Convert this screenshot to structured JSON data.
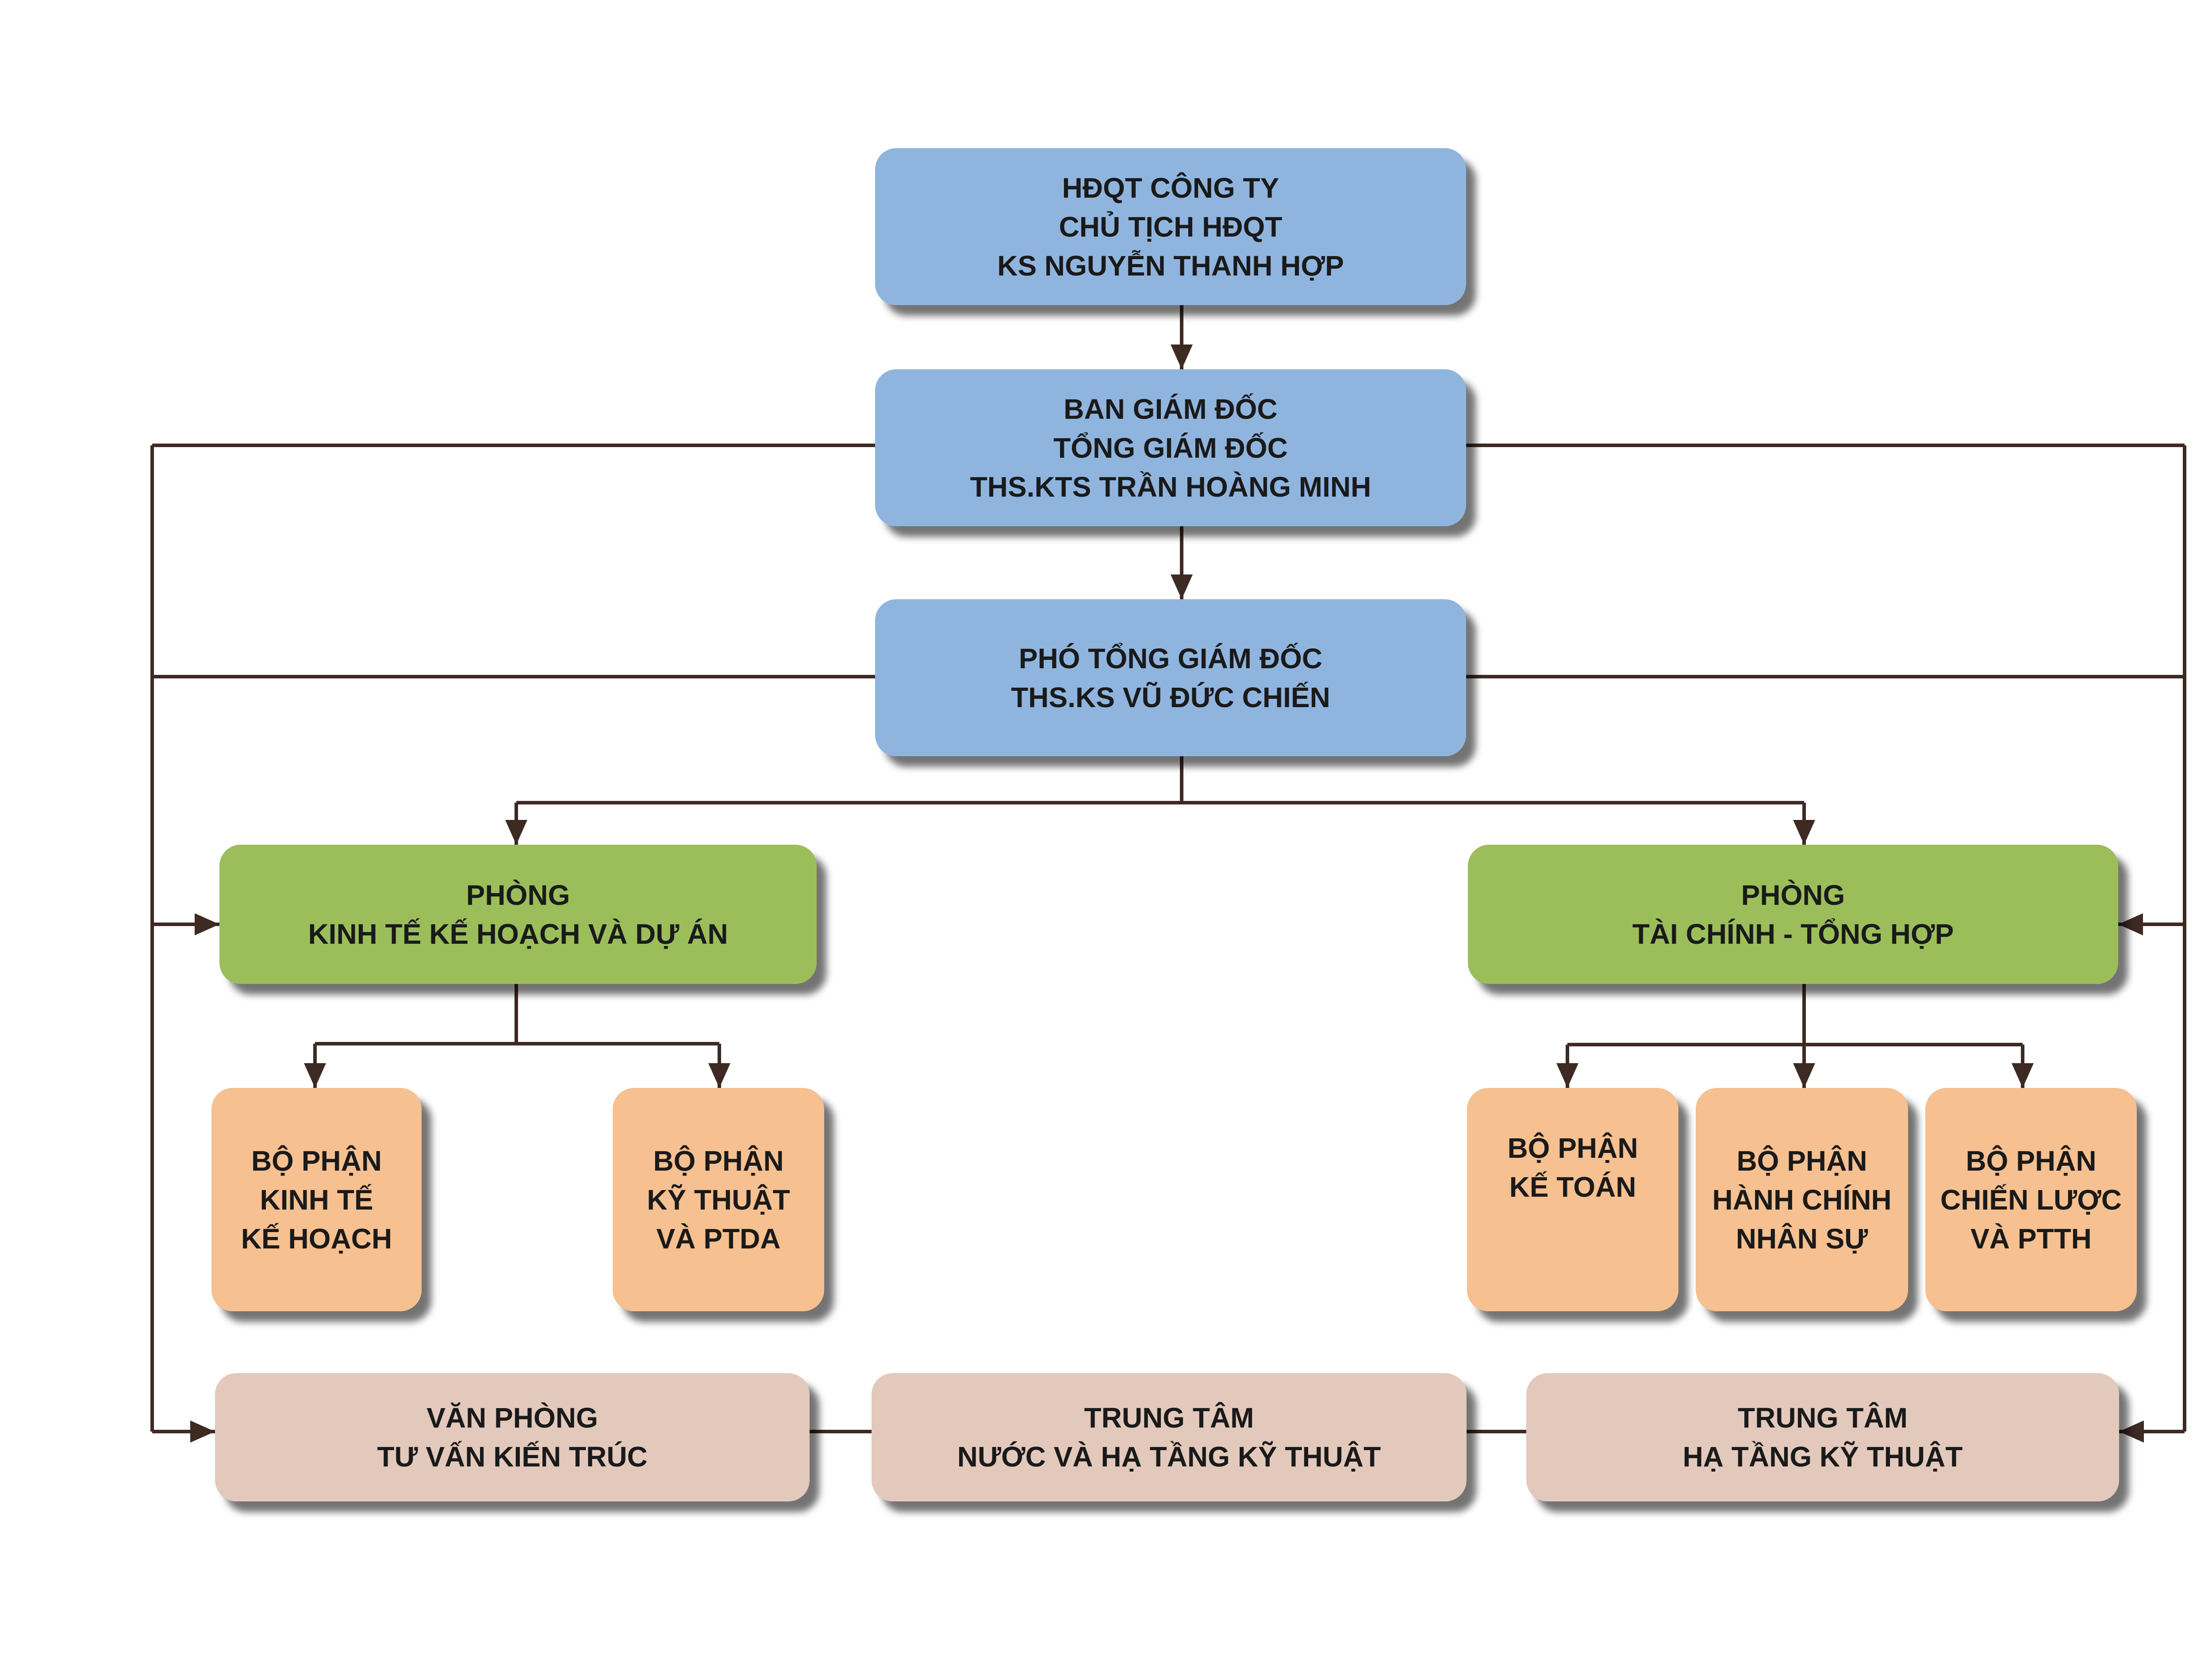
{
  "colors": {
    "leadership": "#8fb5df",
    "department": "#9bbe5b",
    "unit": "#f6c090",
    "center": "#e3c9bc",
    "connector": "#3d2a22"
  },
  "nodes": {
    "board": [
      "HĐQT CÔNG TY",
      "CHỦ TỊCH HĐQT",
      "KS NGUYỄN THANH HỢP"
    ],
    "directors": [
      "BAN GIÁM ĐỐC",
      "TỔNG GIÁM ĐỐC",
      "THS.KTS TRẦN HOÀNG MINH"
    ],
    "deputy": [
      "PHÓ TỔNG GIÁM ĐỐC",
      "THS.KS VŨ ĐỨC CHIẾN"
    ],
    "dept_planning": [
      "PHÒNG",
      "KINH TẾ KẾ HOẠCH VÀ DỰ ÁN"
    ],
    "dept_finance": [
      "PHÒNG",
      "TÀI CHÍNH - TỔNG HỢP"
    ],
    "unit_economic": [
      "BỘ PHẬN",
      "KINH TẾ",
      "KẾ HOẠCH"
    ],
    "unit_technical": [
      "BỘ PHẬN",
      "KỸ THUẬT",
      "VÀ PTDA"
    ],
    "unit_accounting": [
      "BỘ PHẬN",
      "KẾ TOÁN"
    ],
    "unit_admin": [
      "BỘ PHẬN",
      "HÀNH CHÍNH",
      "NHÂN SỰ"
    ],
    "unit_strategy": [
      "BỘ PHẬN",
      "CHIẾN LƯỢC",
      "VÀ PTTH"
    ],
    "office_architecture": [
      "VĂN PHÒNG",
      "TƯ VẤN KIẾN TRÚC"
    ],
    "center_water": [
      "TRUNG TÂM",
      "NƯỚC VÀ HẠ TẦNG KỸ THUẬT"
    ],
    "center_infra": [
      "TRUNG TÂM",
      "HẠ TẦNG KỸ THUẬT"
    ]
  }
}
